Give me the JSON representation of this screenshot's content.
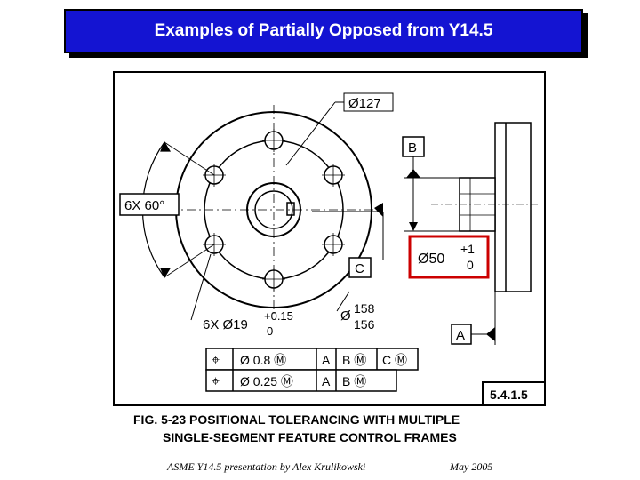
{
  "header": {
    "title": "Examples of Partially Opposed from Y14.5"
  },
  "drawing": {
    "dim_127": "Ø127",
    "angle_label": "6X 60°",
    "datum_b": "B",
    "datum_c": "C",
    "datum_a": "A",
    "dia50": "Ø50",
    "tol_plus1": "+1",
    "tol_zero": "0",
    "hole_callout": "6X Ø19",
    "hole_tol_plus": "+0.15",
    "hole_tol_zero": "0",
    "dia_upper": "Ø",
    "dia_158": "158",
    "dia_156": "156",
    "fcf_row1": [
      "⌖",
      "Ø 0.8 Ⓜ",
      "A",
      "B Ⓜ",
      "C Ⓜ"
    ],
    "fcf_row2": [
      "⌖",
      "Ø 0.25 Ⓜ",
      "A",
      "B Ⓜ"
    ],
    "fig_ref": "5.4.1.5",
    "caption_line1": "FIG. 5-23   POSITIONAL TOLERANCING WITH MULTIPLE",
    "caption_line2": "SINGLE-SEGMENT FEATURE CONTROL FRAMES"
  },
  "footer": {
    "left": "ASME Y14.5 presentation by Alex Krulikowski",
    "right": "May 2005"
  },
  "colors": {
    "title_bg": "#1414d2",
    "highlight": "#cc0000"
  }
}
